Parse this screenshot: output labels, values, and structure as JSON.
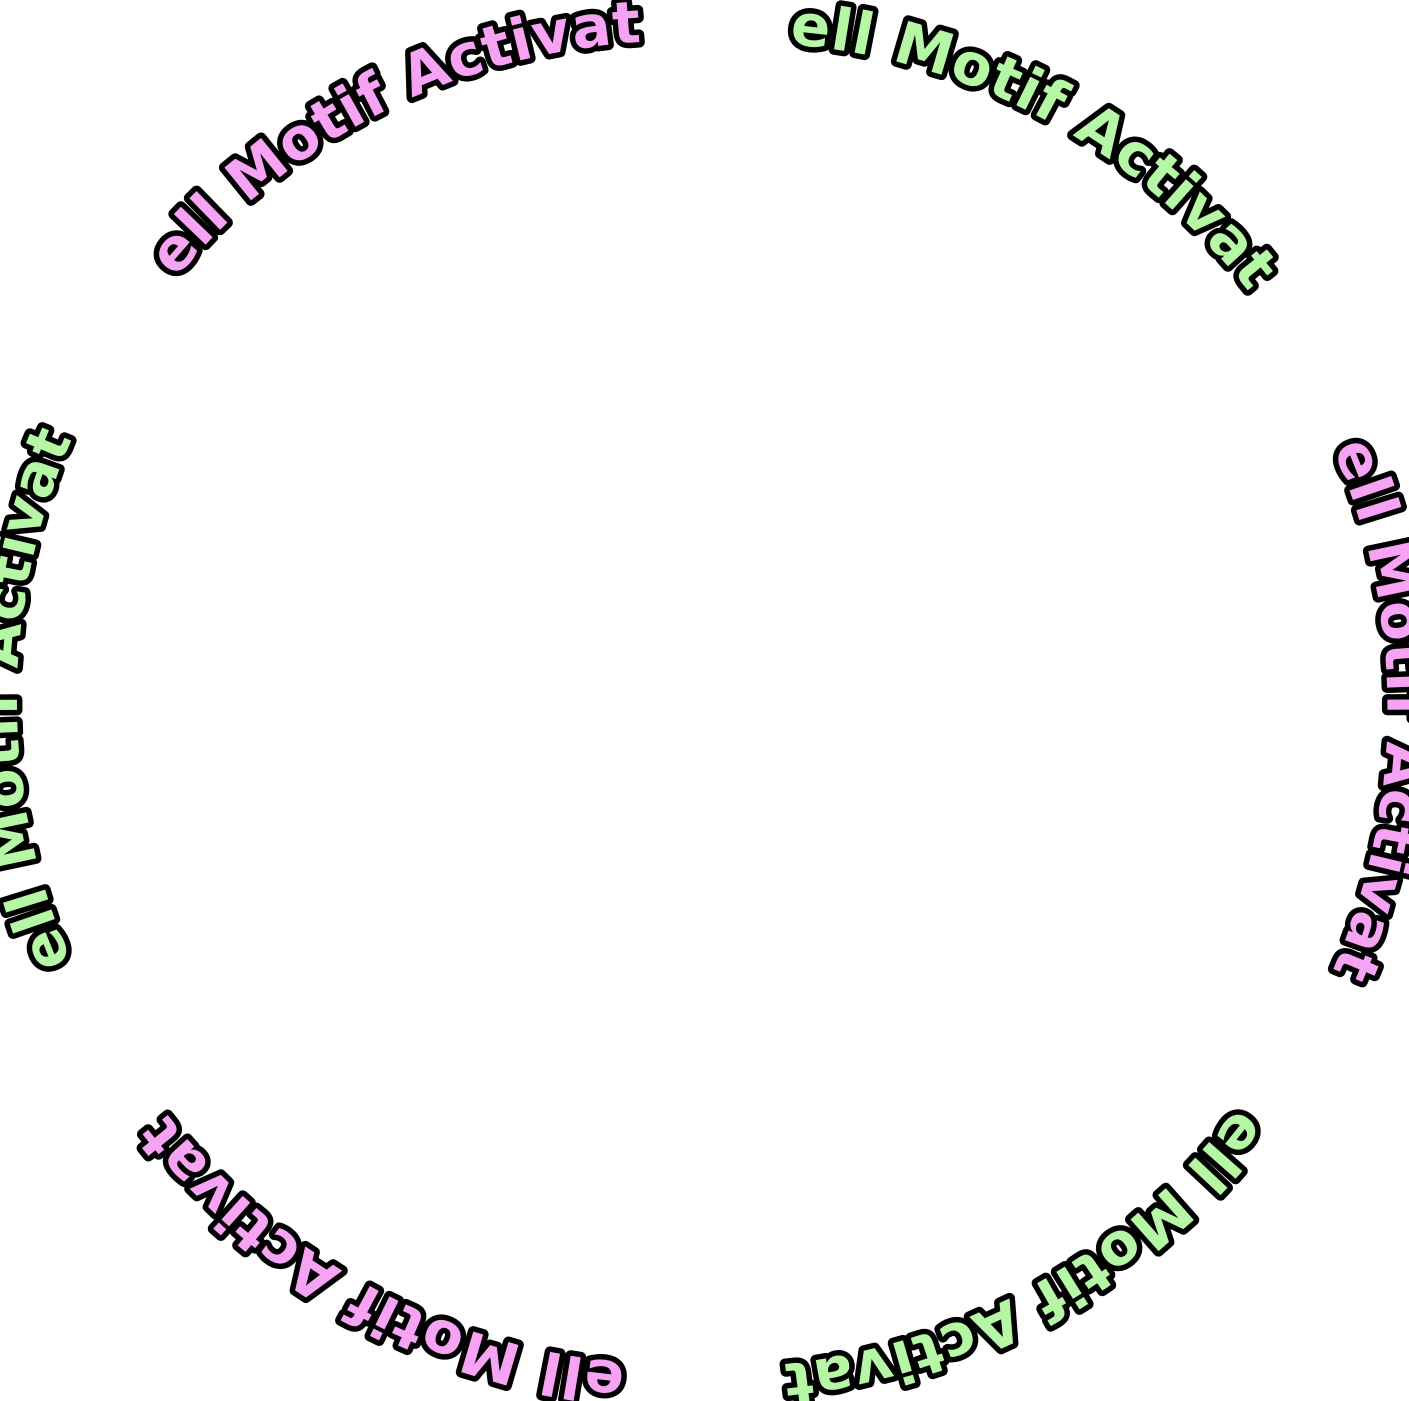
{
  "colors": {
    "pink": "#f7a3f4",
    "green": "#b6f7a5",
    "outline": "#000000",
    "background": "#ffffff"
  },
  "segments": [
    {
      "id": "top-left",
      "text": "Spell Motif Activated",
      "color": "#f7a3f4"
    },
    {
      "id": "top-right",
      "text": "Spell Motif Activated",
      "color": "#b6f7a5"
    },
    {
      "id": "right",
      "text": "Spell Motif Activated",
      "color": "#f7a3f4"
    },
    {
      "id": "bottom-right",
      "text": "Spell Motif Activated",
      "color": "#b6f7a5"
    },
    {
      "id": "bottom-left",
      "text": "Spell Motif Activated",
      "color": "#f7a3f4"
    },
    {
      "id": "left",
      "text": "Spell Motif Activated",
      "color": "#b6f7a5"
    }
  ]
}
